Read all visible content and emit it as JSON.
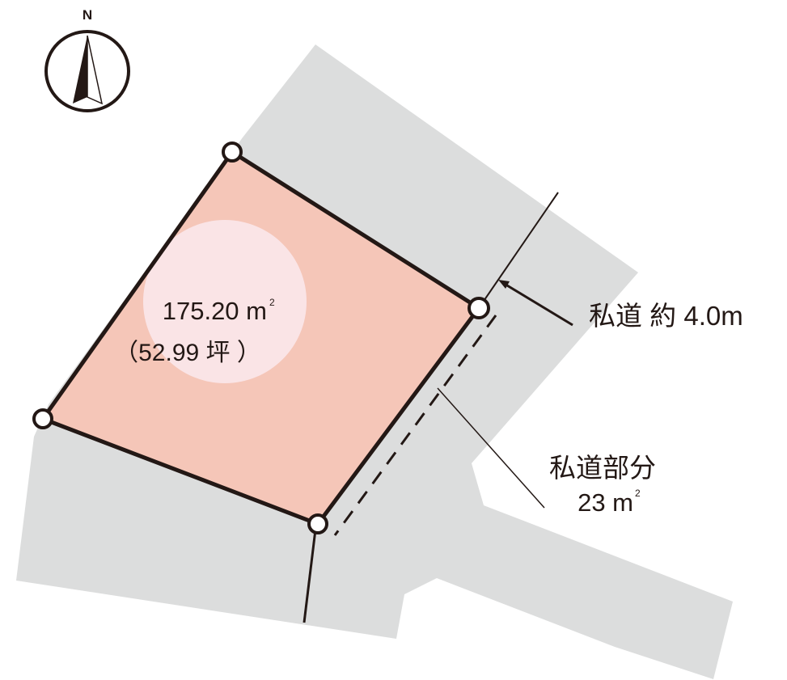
{
  "compass": {
    "label": "N",
    "icon": "north-arrow-icon"
  },
  "lot": {
    "area_m2": "175.20 m",
    "area_sup": "2",
    "area_tsubo": "（52.99 坪 ）"
  },
  "road": {
    "width_label": "私道 約 4.0m",
    "portion_label": "私道部分",
    "portion_area": "23 m",
    "portion_sup": "2"
  },
  "colors": {
    "lot_fill": "#f5c6b8",
    "lot_circle": "#fae4e6",
    "surrounding": "#dcdddd",
    "line": "#231815"
  }
}
